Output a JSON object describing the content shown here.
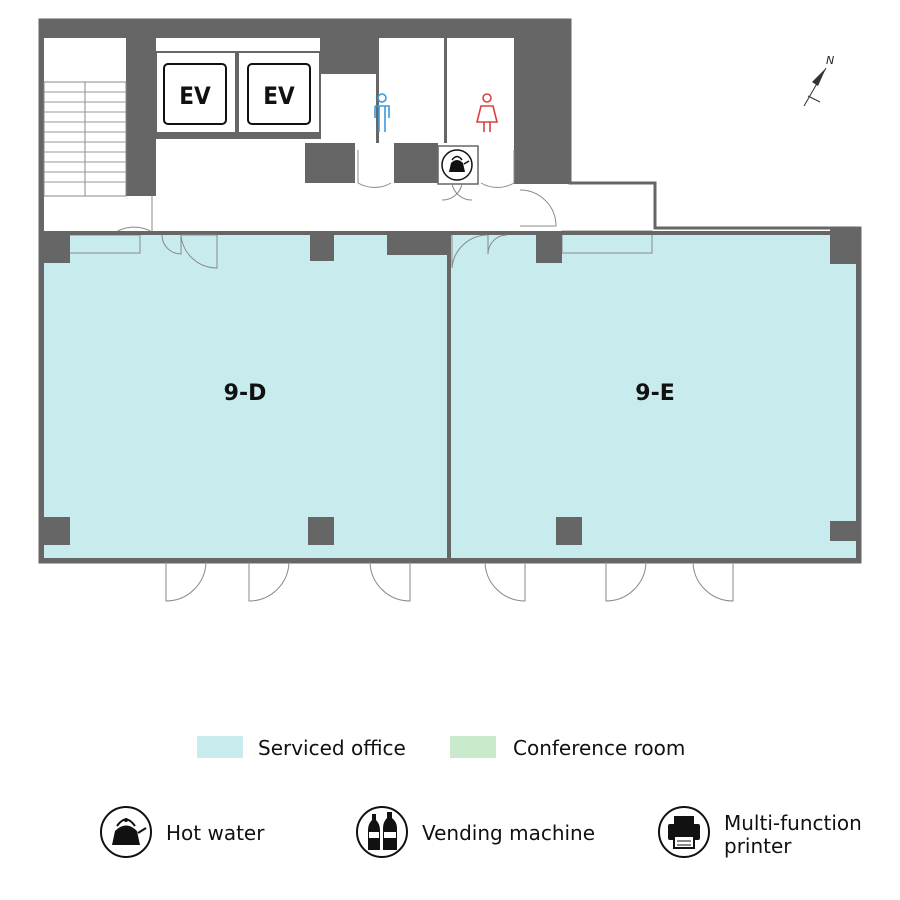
{
  "plan": {
    "rooms": [
      {
        "id": "9-D",
        "label": "9-D"
      },
      {
        "id": "9-E",
        "label": "9-E"
      }
    ],
    "elevators": [
      {
        "label": "EV"
      },
      {
        "label": "EV"
      }
    ],
    "north_label": "N"
  },
  "legend": {
    "areas": [
      {
        "label": "Serviced office",
        "color": "#c8ebee"
      },
      {
        "label": "Conference room",
        "color": "#c9ebcc"
      }
    ],
    "amenities": [
      {
        "icon": "kettle-icon",
        "label": "Hot water"
      },
      {
        "icon": "bottles-icon",
        "label": "Vending machine"
      },
      {
        "icon": "printer-icon",
        "label_line1": "Multi-function",
        "label_line2": "printer"
      }
    ]
  },
  "colors": {
    "wall": "#666666",
    "serviced_office": "#c8ebee",
    "conference_room": "#c9ebcc",
    "male": "#3a9ad9",
    "female": "#d94040"
  }
}
